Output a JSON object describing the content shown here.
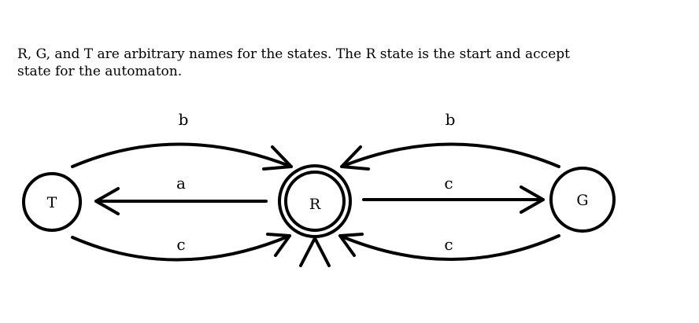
{
  "caption": {
    "line1": "R, G, and T are arbitrary names for the states. The R state is the start and accept",
    "line2": "state for the automaton."
  },
  "states": {
    "T": "T",
    "R": "R",
    "G": "G"
  },
  "transitions": {
    "t_to_r_top": "b",
    "r_to_t_mid": "a",
    "t_to_r_bottom": "c",
    "g_to_r_top": "b",
    "r_to_g_mid": "c",
    "g_to_r_bottom": "c"
  },
  "colors": {
    "stroke": "#000000",
    "background": "#ffffff"
  }
}
